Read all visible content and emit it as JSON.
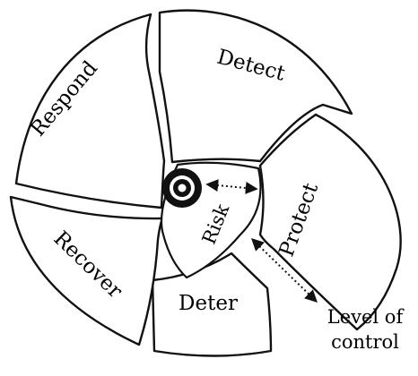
{
  "segments": [
    "Detect",
    "Protect",
    "Deter",
    "Recover",
    "Respond"
  ],
  "center_label": "Risk",
  "level_label": {
    "line1": "Level of",
    "line2": "control"
  },
  "colors": {
    "stroke": "#111111",
    "fill": "#ffffff",
    "text": "#000000"
  },
  "icons": {
    "target": "target-icon",
    "arrows": "double-arrow-icon"
  }
}
